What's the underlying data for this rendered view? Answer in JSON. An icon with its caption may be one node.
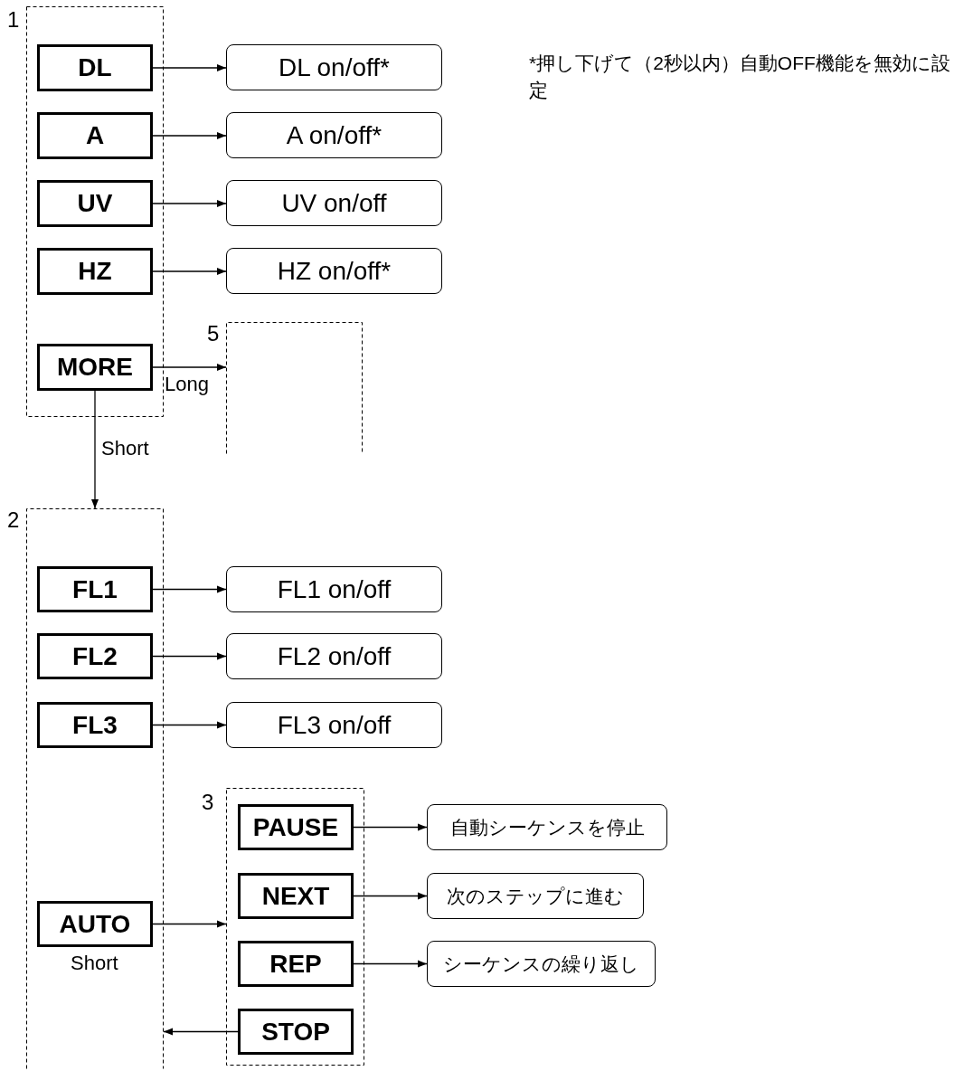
{
  "diagram": {
    "nodes": [
      {
        "text": [
          "1"
        ]
      },
      {
        "text": [
          "DL"
        ],
        "in": 0
      },
      {
        "text": [
          "A"
        ],
        "in": 0
      },
      {
        "text": [
          "UV"
        ],
        "in": 0
      },
      {
        "text": [
          "HZ"
        ],
        "in": 0
      },
      {
        "text": [
          "MORE"
        ],
        "in": 0
      },
      {
        "text": [
          "DL on/off*"
        ]
      },
      {
        "text": [
          "A on/off*"
        ]
      },
      {
        "text": [
          "UV on/off"
        ]
      },
      {
        "text": [
          "HZ on/off*"
        ]
      },
      {
        "text": [
          "5"
        ]
      },
      {
        "text": [
          "2"
        ]
      },
      {
        "text": [
          "FL1"
        ],
        "in": 11
      },
      {
        "text": [
          "FL2"
        ],
        "in": 11
      },
      {
        "text": [
          "FL3"
        ],
        "in": 11
      },
      {
        "text": [
          "AUTO"
        ],
        "in": 11,
        "beside": [
          "Short"
        ]
      },
      {
        "text": [
          "FL1 on/off"
        ]
      },
      {
        "text": [
          "FL2 on/off"
        ]
      },
      {
        "text": [
          "FL3 on/off"
        ]
      },
      {
        "text": [
          "3"
        ]
      },
      {
        "text": [
          "PAUSE"
        ],
        "in": 19
      },
      {
        "text": [
          "NEXT"
        ],
        "in": 19
      },
      {
        "text": [
          "REP"
        ],
        "in": 19
      },
      {
        "text": [
          "STOP"
        ],
        "in": 19
      },
      {
        "text": [
          "自動シーケンスを停止"
        ]
      },
      {
        "text": [
          "次のステップに進む"
        ]
      },
      {
        "text": [
          "シーケンスの繰り返し"
        ]
      }
    ],
    "edges": [
      {
        "from": 1,
        "to": 6,
        "arrow": "to"
      },
      {
        "from": 2,
        "to": 7,
        "arrow": "to"
      },
      {
        "from": 3,
        "to": 8,
        "arrow": "to"
      },
      {
        "from": 4,
        "to": 9,
        "arrow": "to"
      },
      {
        "from": 5,
        "to": 10,
        "arrow": "to",
        "label": "Long"
      },
      {
        "from": 5,
        "to": 11,
        "arrow": "to",
        "label": "Short"
      },
      {
        "from": 12,
        "to": 16,
        "arrow": "to"
      },
      {
        "from": 13,
        "to": 17,
        "arrow": "to"
      },
      {
        "from": 14,
        "to": 18,
        "arrow": "to"
      },
      {
        "from": 15,
        "to": 19,
        "arrow": "to"
      },
      {
        "from": 20,
        "to": 24,
        "arrow": "to"
      },
      {
        "from": 21,
        "to": 25,
        "arrow": "to"
      },
      {
        "from": 22,
        "to": 26,
        "arrow": "to"
      },
      {
        "from": 23,
        "to": 11,
        "arrow": "to"
      }
    ],
    "labels": [
      "*押し下げて（2秒以内）自動OFF機能を無効に設定"
    ]
  }
}
